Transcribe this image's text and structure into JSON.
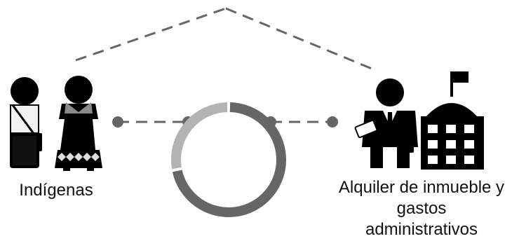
{
  "labels": {
    "left": "Indígenas",
    "right_line1": "Alquiler de inmueble y",
    "right_line2": "gastos",
    "right_line3": "administrativos"
  },
  "icons": {
    "left_group": [
      "indigenous-man-icon",
      "indigenous-woman-icon"
    ],
    "right_group": [
      "businessman-icon",
      "office-building-icon"
    ]
  },
  "ring": {
    "segments": [
      {
        "name": "dark",
        "fraction": 0.72,
        "color": "#666666"
      },
      {
        "name": "light",
        "fraction": 0.28,
        "color": "#b3b3b3"
      }
    ]
  },
  "colors": {
    "connector": "#666666",
    "icon": "#000000"
  }
}
